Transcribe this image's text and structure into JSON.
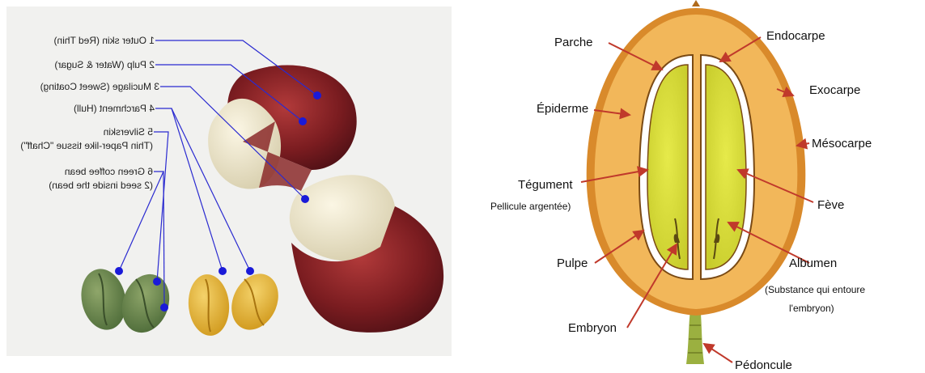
{
  "left_diagram": {
    "labels": [
      {
        "id": "outer-skin",
        "lines": [
          "1 Outer skin (Red Thin)"
        ]
      },
      {
        "id": "pulp",
        "lines": [
          "2 Pulp (Water & Sugar)"
        ]
      },
      {
        "id": "mucilage",
        "lines": [
          "3 Mucilage (Sweet Coating)"
        ]
      },
      {
        "id": "parchment",
        "lines": [
          "4 Parchment (Hull)"
        ]
      },
      {
        "id": "silverskin",
        "lines": [
          "5 Silverskin",
          "(Thin Paper-like tissue \"Chaff\")"
        ]
      },
      {
        "id": "green-bean",
        "lines": [
          "6 Green coffee bean",
          "(2 seed inside the bean)"
        ]
      }
    ],
    "colors": {
      "leader_line": "#2a2ad0",
      "dot": "#1a1ad8",
      "panel": "#f1f1ef"
    }
  },
  "right_diagram": {
    "labels": {
      "parche": "Parche",
      "endocarpe": "Endocarpe",
      "exocarpe": "Exocarpe",
      "epiderme": "Épiderme",
      "mesocarpe": "Mésocarpe",
      "tegument": "Tégument",
      "tegument_sub": "Pellicule argentée)",
      "feve": "Fève",
      "pulpe": "Pulpe",
      "albumen": "Albumen",
      "albumen_sub1": "(Substance qui entoure",
      "albumen_sub2": "l'embryon)",
      "embryon": "Embryon",
      "pedoncule": "Pédoncule"
    },
    "colors": {
      "arrow": "#c0392b",
      "flesh": "#f2b75a",
      "skin": "#d98a2b",
      "seed": "#d9dc3c"
    }
  }
}
